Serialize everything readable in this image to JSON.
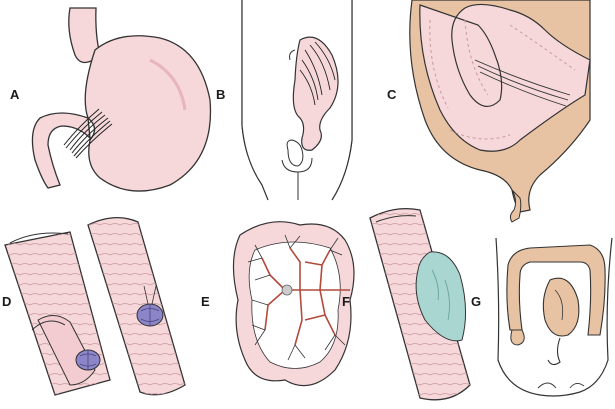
{
  "panels": [
    {
      "id": "A",
      "label": "A",
      "subject": "stomach-volvulus-icon"
    },
    {
      "id": "B",
      "label": "B",
      "subject": "abdominal-hernia-icon"
    },
    {
      "id": "C",
      "label": "C",
      "subject": "intestinal-adhesions-icon"
    },
    {
      "id": "D",
      "label": "D",
      "subject": "intussusception-icon"
    },
    {
      "id": "E",
      "label": "E",
      "subject": "mesenteric-vessels-icon"
    },
    {
      "id": "F",
      "label": "F",
      "subject": "bowel-lumen-mass-icon"
    },
    {
      "id": "G",
      "label": "G",
      "subject": "sigmoid-volvulus-icon"
    }
  ],
  "colors": {
    "tissue": "#f6d7da",
    "tissue_dark": "#e9b9bf",
    "outline": "#333333",
    "skin": "#f7eeea",
    "mesentery": "#e8c3a3",
    "vessel": "#b44a3c",
    "mass_purple": "#8c85c7",
    "fluid_teal": "#a9d6d0"
  }
}
